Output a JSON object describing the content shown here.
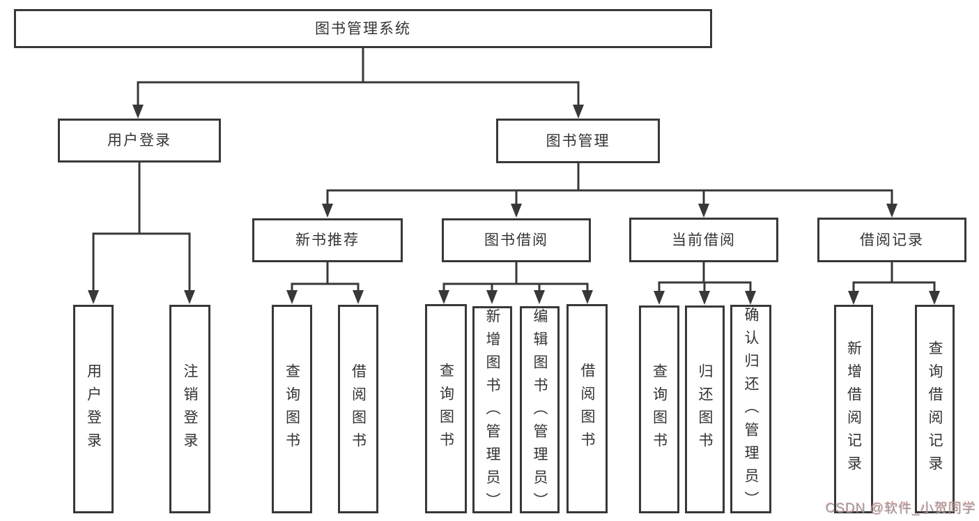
{
  "nodes": {
    "root": "图书管理系统",
    "user_login": "用户登录",
    "book_mgmt": "图书管理",
    "new_book_rec": "新书推荐",
    "book_borrow": "图书借阅",
    "current_borrow": "当前借阅",
    "borrow_record": "借阅记录",
    "leaf_user_login": "用户登录",
    "leaf_logout": "注销登录",
    "leaf_query_book_rec": "查询图书",
    "leaf_borrow_book_rec": "借阅图书",
    "leaf_query_book_borrow": "查询图书",
    "leaf_add_book": "新增图书（管理员）",
    "leaf_edit_book": "编辑图书（管理员）",
    "leaf_borrow_book": "借阅图书",
    "leaf_query_book_current": "查询图书",
    "leaf_return_book": "归还图书",
    "leaf_confirm_return": "确认归还（管理员）",
    "leaf_add_record": "新增借阅记录",
    "leaf_query_record": "查询借阅记录"
  },
  "watermark": "CSDN @软件_小贺同学",
  "colors": {
    "line": "#383838",
    "text": "#333333",
    "box_bg": "#ffffff",
    "watermark": "#9b9b9b",
    "watermark_shadow": "#e87c7c"
  }
}
